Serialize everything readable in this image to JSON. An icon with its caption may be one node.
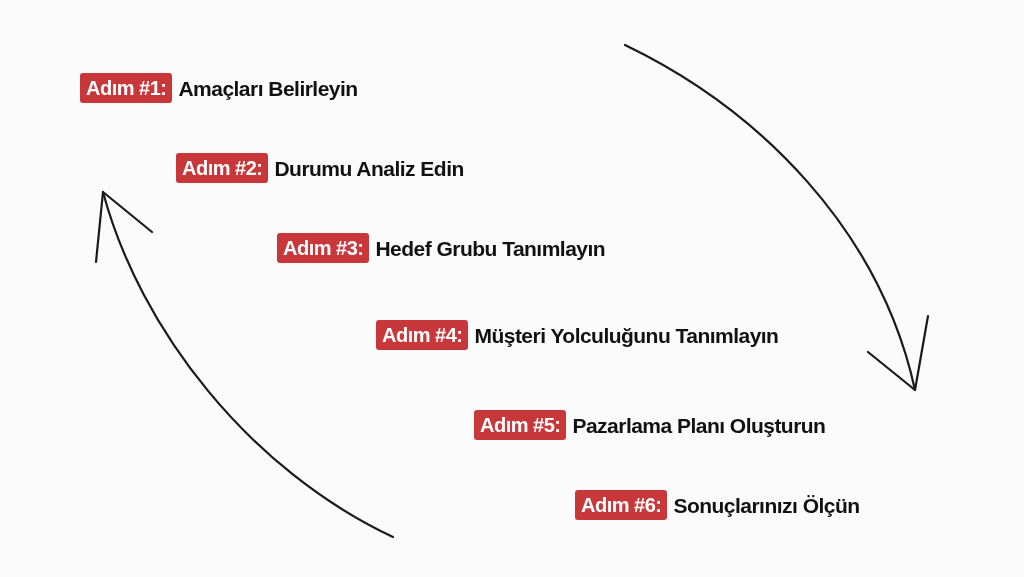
{
  "diagram": {
    "nodes": [
      {
        "text": [
          "Adım #1:"
        ],
        "beside": [
          "Amaçları Belirleyin"
        ]
      },
      {
        "text": [
          "Adım #2:"
        ],
        "beside": [
          "Durumu Analiz Edin"
        ]
      },
      {
        "text": [
          "Adım #3:"
        ],
        "beside": [
          "Hedef Grubu Tanımlayın"
        ]
      },
      {
        "text": [
          "Adım #4:"
        ],
        "beside": [
          "Müşteri Yolculuğunu Tanımlayın"
        ]
      },
      {
        "text": [
          "Adım #5:"
        ],
        "beside": [
          "Pazarlama Planı Oluşturun"
        ]
      },
      {
        "text": [
          "Adım #6:"
        ],
        "beside": [
          "Sonuçlarınızı Ölçün"
        ]
      }
    ]
  }
}
